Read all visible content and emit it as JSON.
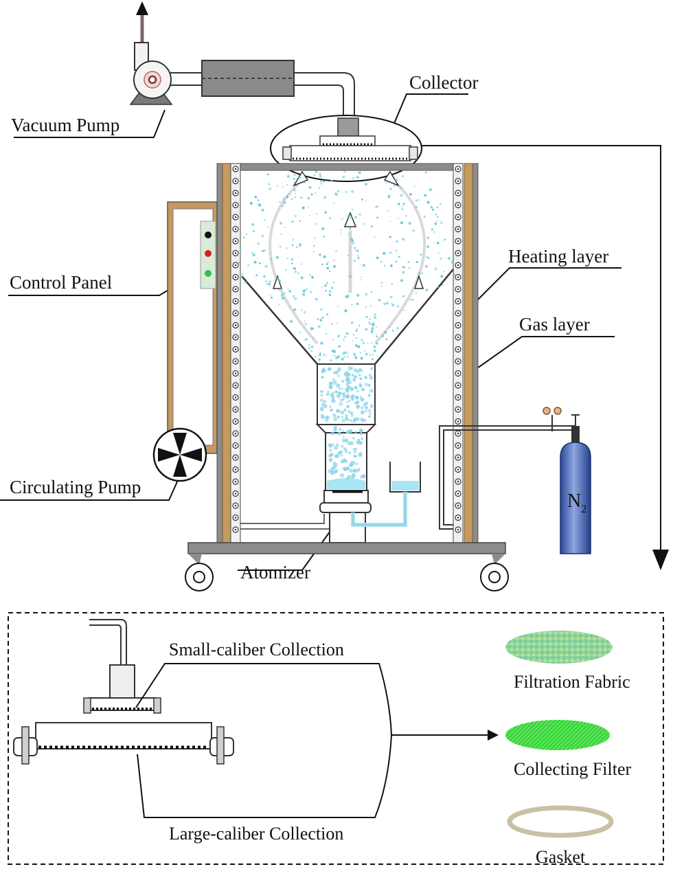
{
  "labels": {
    "vacuum_pump": "Vacuum Pump",
    "collector": "Collector",
    "control_panel": "Control Panel",
    "heating_layer": "Heating layer",
    "gas_layer": "Gas  layer",
    "circulating_pump": "Circulating Pump",
    "atomizer": "Atomizer",
    "n2": "N",
    "n2_sub": "2"
  },
  "detail": {
    "small_caliber": "Small-caliber Collection",
    "large_caliber": "Large-caliber Collection",
    "filtration_fabric": "Filtration Fabric",
    "collecting_filter": "Collecting Filter",
    "gasket": "Gasket"
  },
  "colors": {
    "frame": "#8c8c8c",
    "heating": "#c59a60",
    "particles": "#5ec8d8",
    "liquid": "#a9e4f2",
    "cylinder": "#3a5fae",
    "filter_green": "#35d836",
    "fabric_green": "#8ed59a",
    "gasket": "#c8c1a2",
    "panel_lights": [
      "#111111",
      "#d32222",
      "#2fbf55"
    ]
  }
}
